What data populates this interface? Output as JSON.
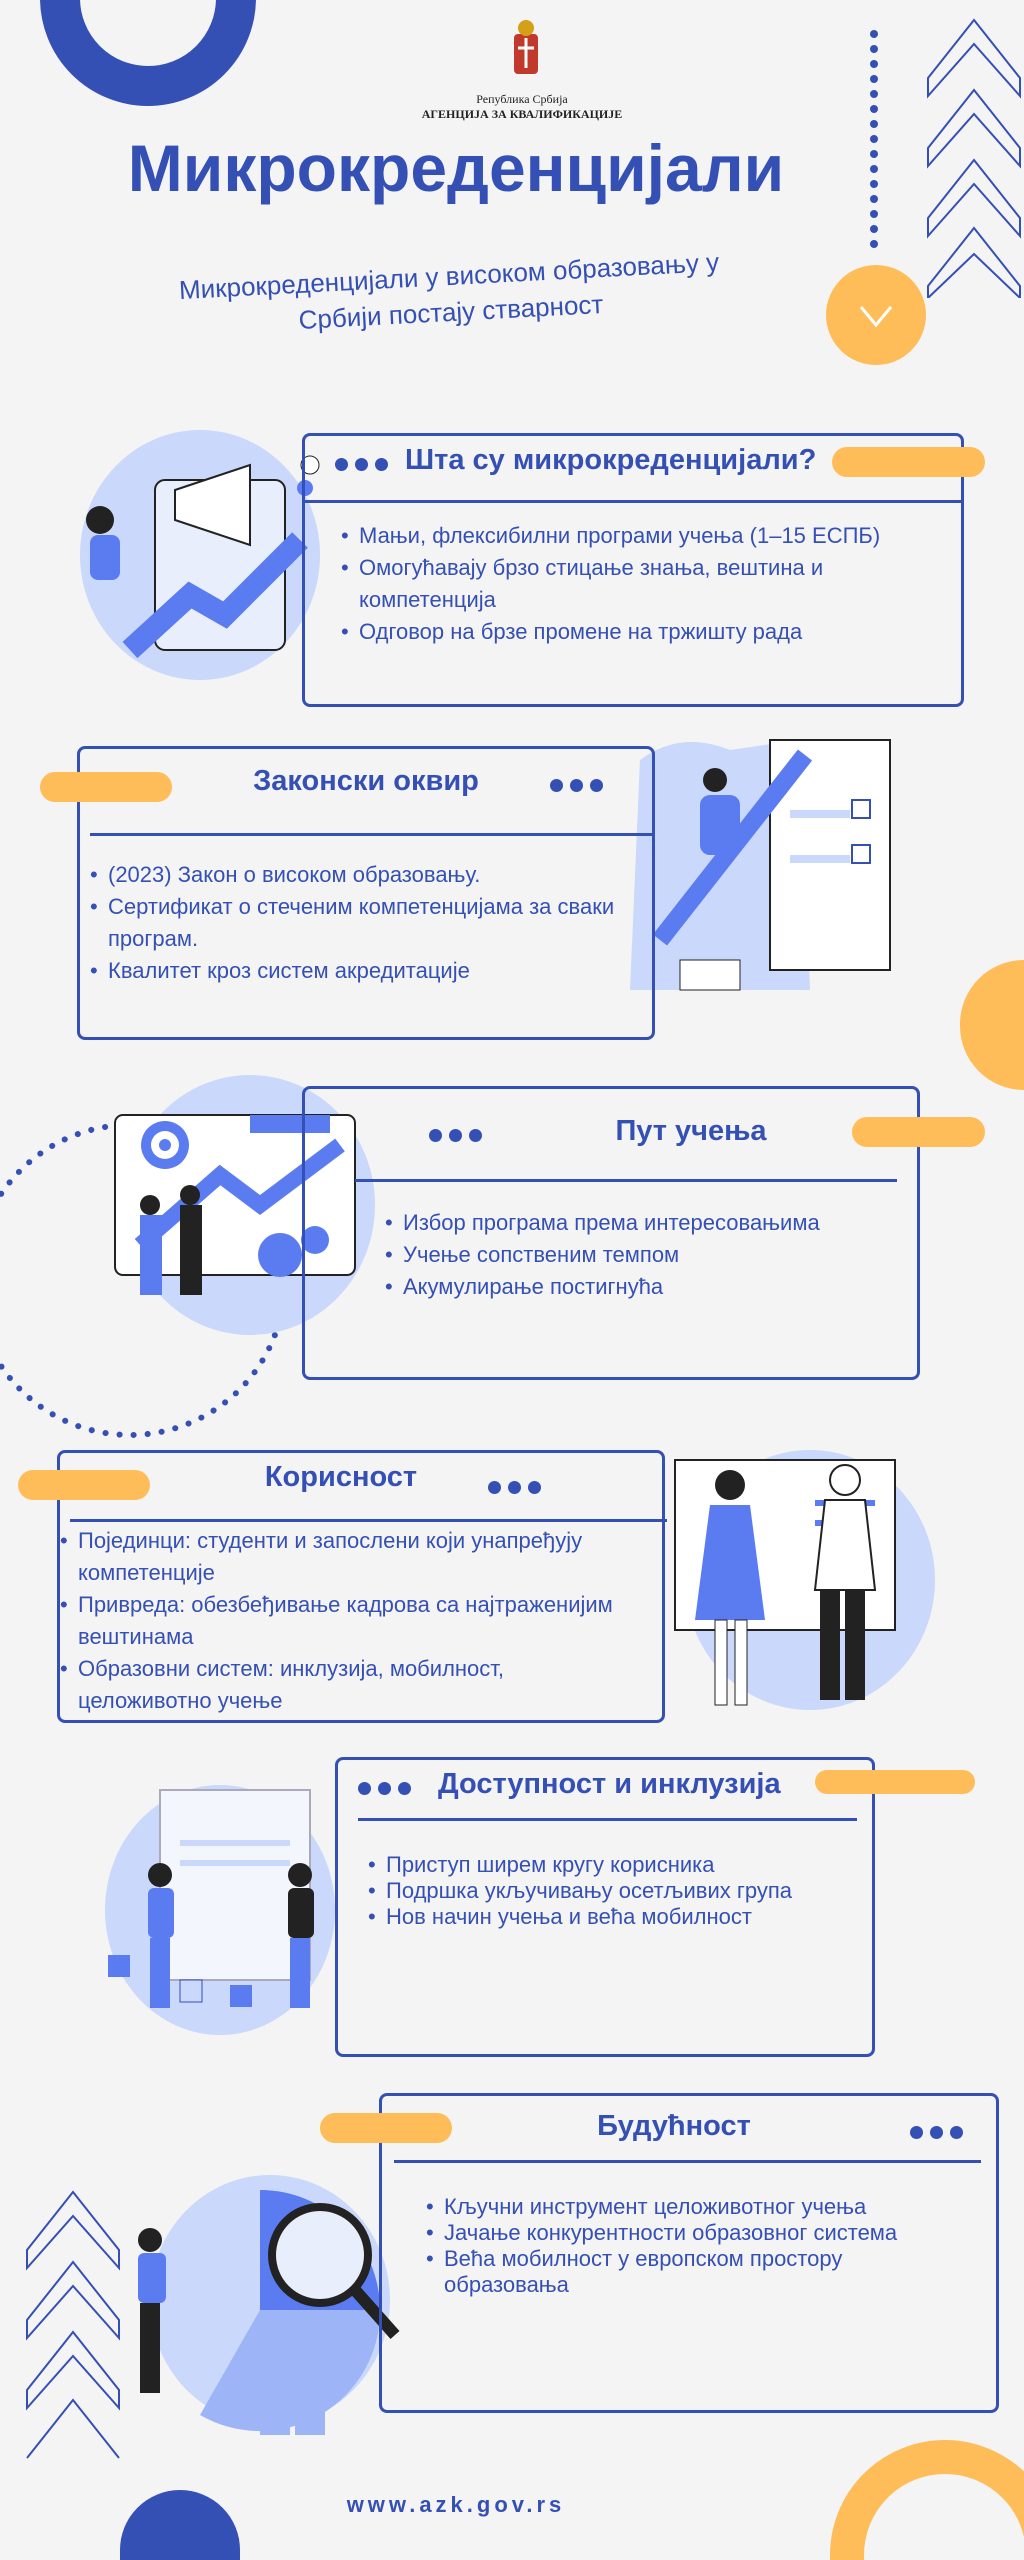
{
  "header": {
    "org_line1": "Република Србија",
    "org_line2": "АГЕНЦИЈА ЗА КВАЛИФИКАЦИЈЕ",
    "title": "Микрокреденцијали",
    "subtitle_line1": "Микрокреденцијали у високом образовању у",
    "subtitle_line2": "Србији постају стварност"
  },
  "sections": [
    {
      "title": "Шта су микрокреденцијали?",
      "items": [
        "Мањи, флексибилни програми учења (1–15 ЕСПБ)",
        "Омогућавају брзо стицање знања, вештина и компетенција",
        "Одговор на брзе промене на тржишту рада"
      ]
    },
    {
      "title": "Законски оквир",
      "items": [
        "(2023) Закон о високом образовању.",
        "Сертификат о стеченим компетенцијама за сваки програм.",
        "Квалитет кроз систем акредитације"
      ]
    },
    {
      "title": "Пут учења",
      "items": [
        "Избор програма према интересовањима",
        "Учење сопственим темпом",
        "Акумулирање постигнућа"
      ]
    },
    {
      "title": "Корисност",
      "items": [
        "Појединци: студенти и запослени који унапређују компетенције",
        "Привреда: обезбеђивање кадрова са најтраженијим вештинама",
        "Образовни систем: инклузија, мобилност, целоживотно учење"
      ]
    },
    {
      "title": "Доступност и инклузија",
      "items": [
        "Приступ ширем кругу корисника",
        "Подршка укључивању осетљивих група",
        "Нов начин учења и већа мобилност"
      ]
    },
    {
      "title": "Будућност",
      "items": [
        "Кључни инструмент целоживотног учења",
        "Јачање конкурентности образовног система",
        "Већа мобилност у европском простору образовања"
      ]
    }
  ],
  "footer": {
    "url": "www.azk.gov.rs"
  },
  "colors": {
    "primary": "#3550b4",
    "accent": "#ffbd59",
    "light": "#c9d8fb",
    "mid": "#5b7cf0",
    "background": "#f4f4f4"
  }
}
